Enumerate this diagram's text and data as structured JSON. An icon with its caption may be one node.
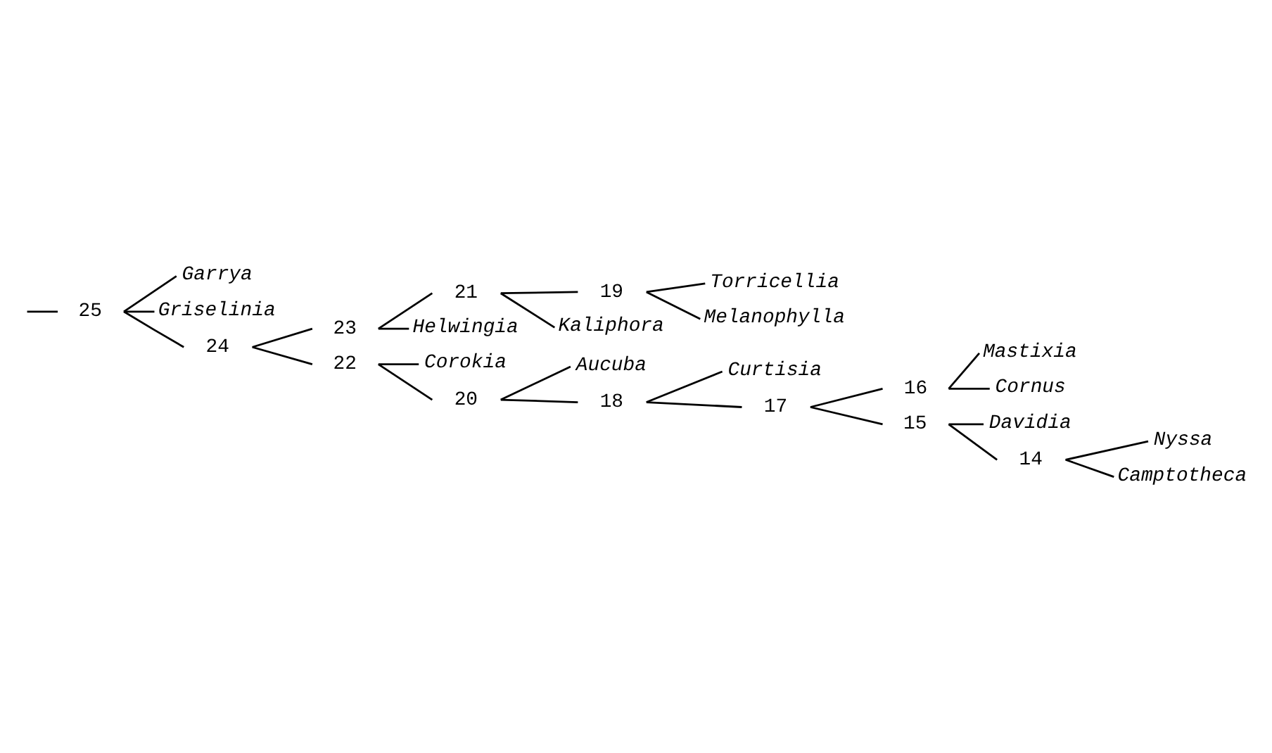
{
  "diagram": {
    "nodes": [
      {
        "text": [
          "Garrya"
        ]
      },
      {
        "text": [
          "25"
        ]
      },
      {
        "text": [
          "Griselinia"
        ]
      },
      {
        "text": [
          "Torricellia"
        ]
      },
      {
        "text": [
          "19"
        ]
      },
      {
        "text": [
          "Melanophylla"
        ]
      },
      {
        "text": [
          "21"
        ]
      },
      {
        "text": [
          "Kaliphora"
        ]
      },
      {
        "text": [
          "23"
        ]
      },
      {
        "text": [
          "Helwingia"
        ]
      },
      {
        "text": [
          "24"
        ]
      },
      {
        "text": [
          "Corokia"
        ]
      },
      {
        "text": [
          "22"
        ]
      },
      {
        "text": [
          "Aucuba"
        ]
      },
      {
        "text": [
          "20"
        ]
      },
      {
        "text": [
          "Curtisia"
        ]
      },
      {
        "text": [
          "18"
        ]
      },
      {
        "text": [
          "Mastixia"
        ]
      },
      {
        "text": [
          "16"
        ]
      },
      {
        "text": [
          "Cornus"
        ]
      },
      {
        "text": [
          "17"
        ]
      },
      {
        "text": [
          "Davidia"
        ]
      },
      {
        "text": [
          "15"
        ]
      },
      {
        "text": [
          "Nyssa"
        ]
      },
      {
        "text": [
          "14"
        ]
      },
      {
        "text": [
          "Camptotheca"
        ]
      }
    ],
    "edges": [
      {
        "from": null,
        "to": 1,
        "arrow": "none"
      },
      {
        "from": 1,
        "to": 0,
        "arrow": "none"
      },
      {
        "from": 1,
        "to": 2,
        "arrow": "none"
      },
      {
        "from": 1,
        "to": 10,
        "arrow": "none"
      },
      {
        "from": 10,
        "to": 8,
        "arrow": "none"
      },
      {
        "from": 10,
        "to": 12,
        "arrow": "none"
      },
      {
        "from": 8,
        "to": 6,
        "arrow": "none"
      },
      {
        "from": 8,
        "to": 9,
        "arrow": "none"
      },
      {
        "from": 6,
        "to": 4,
        "arrow": "none"
      },
      {
        "from": 6,
        "to": 7,
        "arrow": "none"
      },
      {
        "from": 4,
        "to": 3,
        "arrow": "none"
      },
      {
        "from": 4,
        "to": 5,
        "arrow": "none"
      },
      {
        "from": 12,
        "to": 11,
        "arrow": "none"
      },
      {
        "from": 12,
        "to": 14,
        "arrow": "none"
      },
      {
        "from": 14,
        "to": 13,
        "arrow": "none"
      },
      {
        "from": 14,
        "to": 16,
        "arrow": "none"
      },
      {
        "from": 16,
        "to": 15,
        "arrow": "none"
      },
      {
        "from": 16,
        "to": 20,
        "arrow": "none"
      },
      {
        "from": 20,
        "to": 18,
        "arrow": "none"
      },
      {
        "from": 20,
        "to": 22,
        "arrow": "none"
      },
      {
        "from": 18,
        "to": 17,
        "arrow": "none"
      },
      {
        "from": 18,
        "to": 19,
        "arrow": "none"
      },
      {
        "from": 22,
        "to": 21,
        "arrow": "none"
      },
      {
        "from": 22,
        "to": 24,
        "arrow": "none"
      },
      {
        "from": 24,
        "to": 23,
        "arrow": "none"
      },
      {
        "from": 24,
        "to": 25,
        "arrow": "none"
      }
    ]
  }
}
